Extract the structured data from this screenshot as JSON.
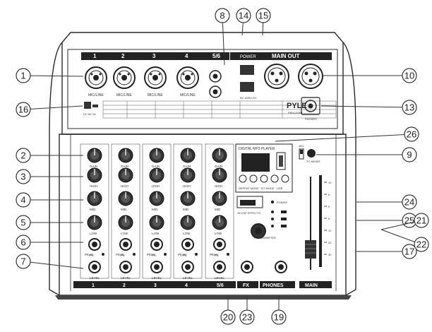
{
  "callouts": [
    "1",
    "2",
    "3",
    "4",
    "5",
    "6",
    "7",
    "8",
    "9",
    "10",
    "13",
    "14",
    "15",
    "16",
    "17",
    "19",
    "20",
    "21",
    "22",
    "23",
    "24",
    "25",
    "26"
  ],
  "rear_panel": {
    "channel_numbers": [
      "1",
      "2",
      "3",
      "4",
      "5/6"
    ],
    "input_label": "MIC/LINE",
    "power_label": "POWER",
    "main_out_label": "MAIN OUT",
    "power_switch_label": "5V 1A/5V DC",
    "brand": "PYLE",
    "model": "PMXU43BT",
    "phones_label": "PHONES",
    "dc_label": "DC 5V 1A"
  },
  "top_panel": {
    "channel_strip_labels": [
      "1",
      "2",
      "3",
      "4",
      "5/6"
    ],
    "knob_rows": [
      "GAIN",
      "HIGH",
      "MID",
      "LOW",
      "FX",
      "LEVEL"
    ],
    "peak_label": "PEAK",
    "fx_section_label": "FX",
    "phones_section_label": "PHONES",
    "main_section_label": "MAIN",
    "mp3_player_label": "DIGITAL MP3 PLAYER",
    "mp3_buttons": [
      "⏮",
      "⏯",
      "⏭",
      "▭",
      "⏏"
    ],
    "mp3_mode_labels": "REPEAT MODE · BT MODE · USB",
    "effects_title": "16 DSP EFFECTS",
    "fx_parameter": "FX PARAMETER",
    "phantom_label": "48V",
    "usb_label": "TO MIXER",
    "power_led": "POWER",
    "meter_marks": [
      "10",
      "5",
      "0",
      "5",
      "10",
      "20",
      "30"
    ]
  }
}
